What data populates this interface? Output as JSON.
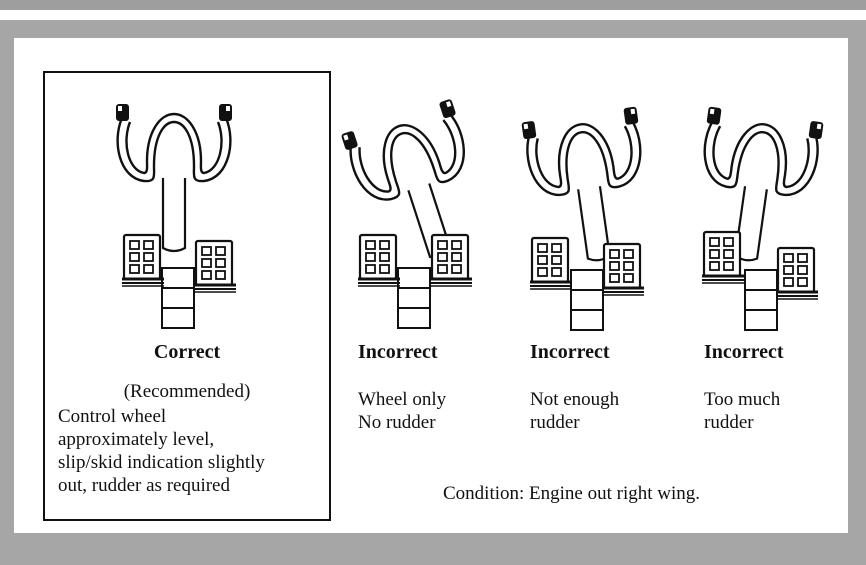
{
  "columns": [
    {
      "heading": "Correct",
      "subtitle": "(Recommended)",
      "description": "Control wheel approximately level, slip/skid indication slightly out, rudder as required",
      "description_lines": [
        "Control wheel",
        "approximately level,",
        "slip/skid indication slightly",
        "out, rudder as required"
      ]
    },
    {
      "heading": "Incorrect",
      "description_lines": [
        "Wheel only",
        "No rudder"
      ]
    },
    {
      "heading": "Incorrect",
      "description_lines": [
        "Not enough",
        "rudder"
      ]
    },
    {
      "heading": "Incorrect",
      "description_lines": [
        "Too much",
        "rudder"
      ]
    }
  ],
  "condition": "Condition: Engine out right wing.",
  "colors": {
    "frame": "#a6a6a6",
    "topbar": "#9e9e9e",
    "ink": "#111111"
  },
  "icons": [
    "control-wheel-icon",
    "rudder-pedals-icon"
  ]
}
